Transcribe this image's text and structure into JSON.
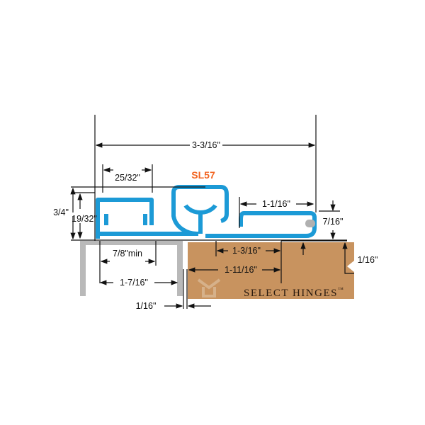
{
  "title": "SL57",
  "brand": "SELECT HINGES",
  "trademark": "™",
  "colors": {
    "profile": "#1c9ad6",
    "wood": "#c8935f",
    "frame": "#b9b9b9",
    "model": "#f26522",
    "pin": "#b0b0b0"
  },
  "dimensions": {
    "overall_width": "3-3/16\"",
    "channel_width": "25/32\"",
    "height": "3/4\"",
    "channel_height": "19/32\"",
    "leaf_width": "1-1/16\"",
    "leaf_height": "7/16\"",
    "frame_min": "7/8\"min",
    "frame_width": "1-7/16\"",
    "door_offset_a": "1-3/16\"",
    "door_offset_b": "1-11/16\"",
    "door_gap_right": "1/16\"",
    "door_gap_bottom": "1/16\""
  }
}
